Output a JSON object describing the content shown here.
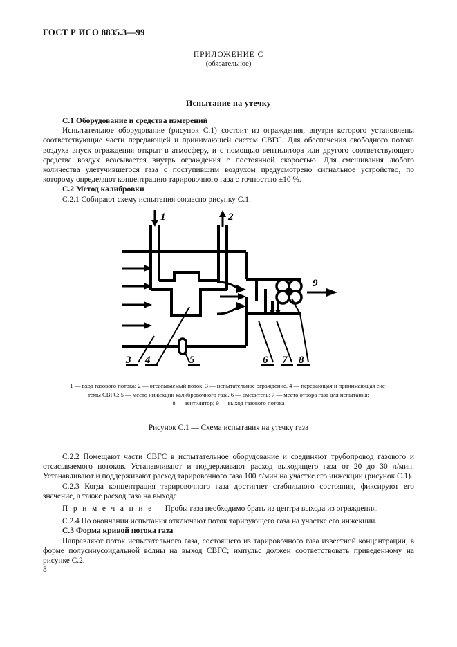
{
  "header": {
    "standard_number": "ГОСТ Р ИСО 8835.3—99"
  },
  "annex": {
    "title": "ПРИЛОЖЕНИЕ С",
    "subtitle": "(обязательное)"
  },
  "main_title": "Испытание на утечку",
  "sections": {
    "c1_heading": "С.1  Оборудование и средства измерений",
    "c1_body": "Испытательное оборудование (рисунок С.1) состоит из ограждения, внутри которого установлены соответствующие части передающей и принимающей систем СВГС. Для обеспечения свободного потока воздуха впуск ограждения открыт в атмосферу, и с помощью вентилятора или другого соответствующего средства воздух всасывается внутрь ограждения с постоянной скоростью. Для смешивания любого количества улетучившегося газа с поступившим воздухом предусмотрено сигнальное устройство, по которому определяют концентрацию тарировочного газа с точностью ±10 %.",
    "c2_heading": "С.2  Метод калибровки",
    "c2_1": "С.2.1  Собирают схему испытания согласно рисунку С.1.",
    "c2_2": "С.2.2  Помещают части СВГС в испытательное оборудование и соединяют трубопровод газового и отсасываемого потоков. Устанавливают и поддерживают расход выходящего газа от 20 до 30 л/мин. Устанавливают и поддерживают расход тарировочного газа 100 л/мин на участке его инжекции (рисунок С.1).",
    "c2_3": "С.2.3  Когда концентрация тарировочного газа достигнет стабильного состояния, фиксируют его значение, а также расход газа на выходе.",
    "note_label": "П р и м е ч а н и е",
    "note_text": " — Пробы газа необходимо брать из центра выхода из ограждения.",
    "c2_4": "С.2.4  По окончании испытания отключают поток тарирующего газа на участке его инжекции.",
    "c3_heading": "С.3  Форма кривой потока газа",
    "c3_body": "Направляют поток испытательного газа, состоящего из тарировочного газа известной концентрации, в форме полусинусоидальной волны на выход СВГС; импульс должен соответствовать приведенному на рисунке С.2."
  },
  "figure": {
    "caption": "Рисунок С.1 — Схема испытания на утечку газа",
    "callouts": {
      "one": "1",
      "two": "2",
      "three": "3",
      "four": "4",
      "five": "5",
      "six": "6",
      "seven": "7",
      "eight": "8",
      "nine": "9"
    },
    "legend_line_1": "1 — вход газового потока; 2 — отсасываемый поток, 3 — испытательное ограждение, 4 — передающая и принимающая сис-",
    "legend_line_2": "темы СВГС; 5 — место инжекции калибровочного газа, 6 — смеситель; 7 — место отбора газа для испытания;",
    "legend_line_3": "8 — вентилятор; 9 — выход газового потока"
  },
  "footer": {
    "page_number": "8"
  },
  "colors": {
    "ink": "#111111",
    "paper": "#ffffff",
    "line": "#000000"
  }
}
